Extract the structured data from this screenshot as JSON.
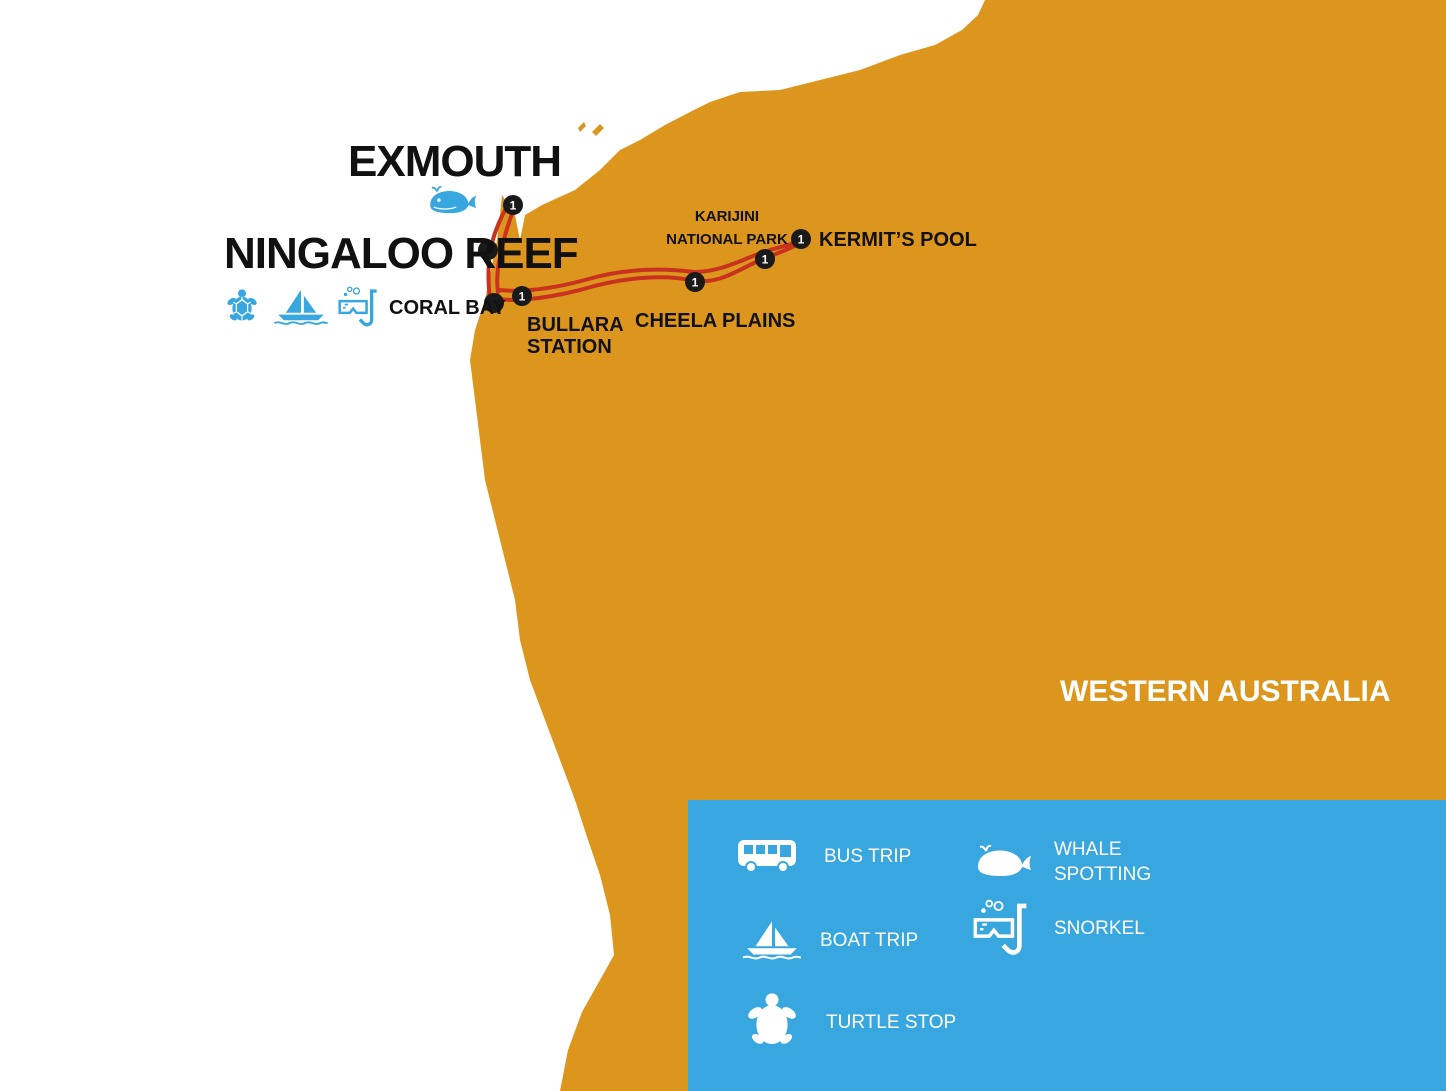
{
  "map": {
    "region_label": "WESTERN AUSTRALIA",
    "colors": {
      "land": "#dc961e",
      "sea": "#ffffff",
      "route": "#c8321e",
      "stop": "#1a1a1a",
      "accent": "#38a6df"
    },
    "places": {
      "exmouth": "EXMOUTH",
      "ningaloo": "NINGALOO REEF",
      "coral_bay": "CORAL BAY",
      "bullara_1": "BULLARA",
      "bullara_2": "STATION",
      "cheela": "CHEELA PLAINS",
      "karijini_1": "KARIJINI",
      "karijini_2": "NATIONAL PARK",
      "kermits": "KERMIT’S POOL"
    },
    "stop_nights": {
      "exmouth": "1",
      "bullara": "1",
      "cheela": "1",
      "karijini": "1",
      "kermits": "1"
    },
    "activity_icons": {
      "exmouth": [
        "whale-icon"
      ],
      "ningaloo": [
        "turtle-icon",
        "boat-icon",
        "snorkel-icon"
      ]
    }
  },
  "legend": {
    "items": [
      {
        "icon": "bus-icon",
        "label": "BUS TRIP"
      },
      {
        "icon": "boat-icon",
        "label": "BOAT TRIP"
      },
      {
        "icon": "turtle-icon",
        "label": "TURTLE STOP"
      },
      {
        "icon": "whale-icon",
        "label_line1": "WHALE",
        "label_line2": "SPOTTING"
      },
      {
        "icon": "snorkel-icon",
        "label": "SNORKEL"
      }
    ]
  }
}
